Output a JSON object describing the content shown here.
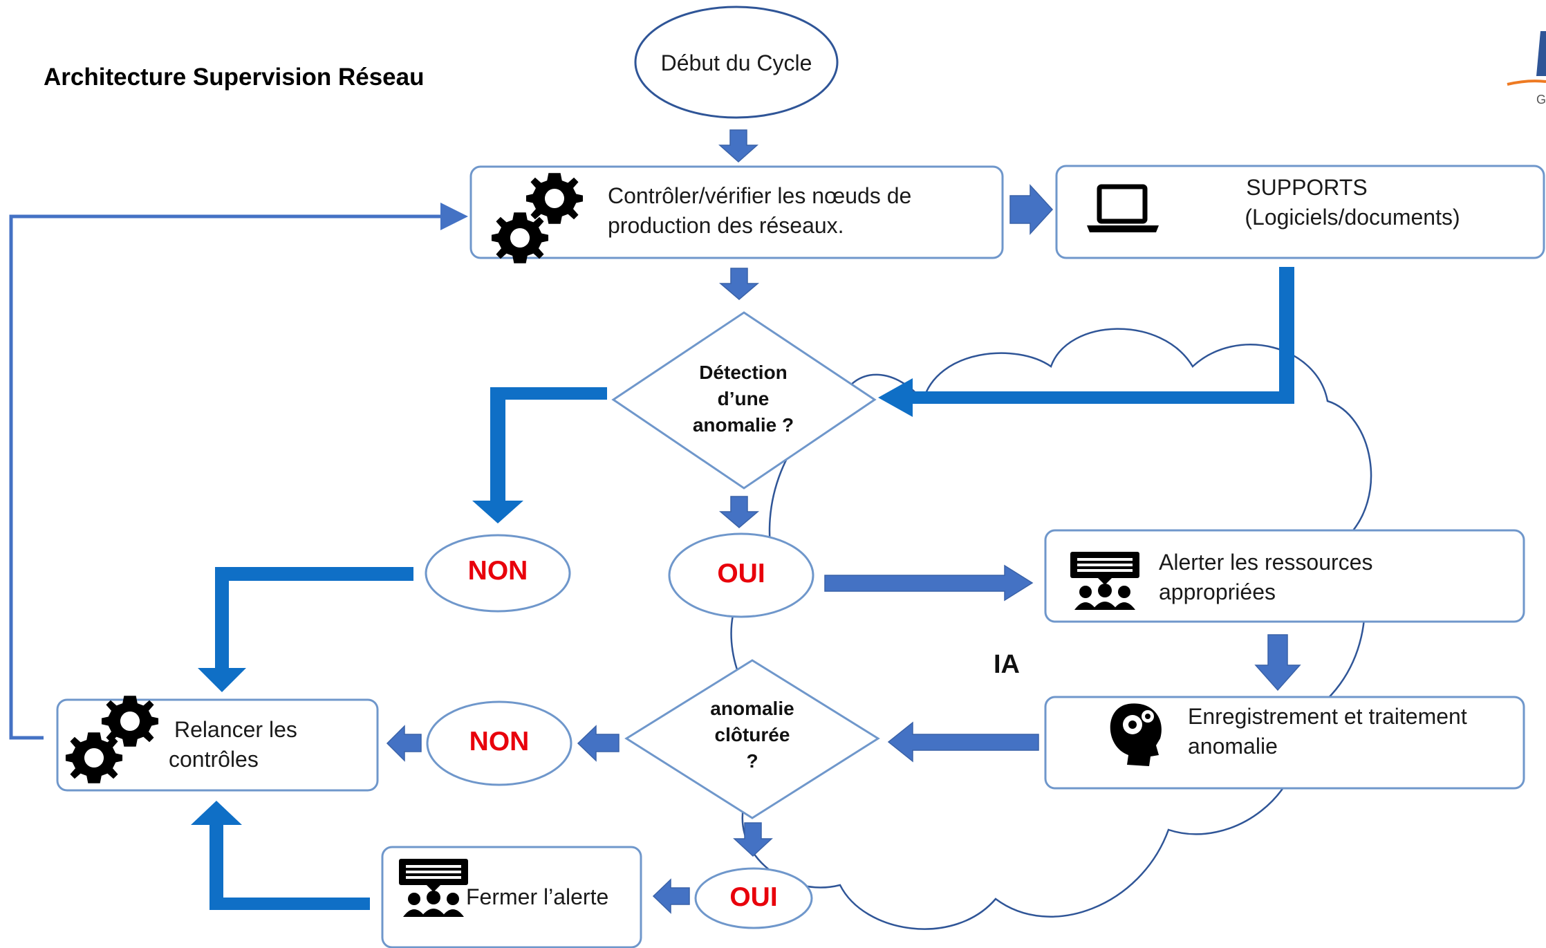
{
  "title": "Architecture Supervision Réseau",
  "start": {
    "label": "Début du Cycle"
  },
  "control": {
    "line1": "Contrôler/vérifier les nœuds de",
    "line2": "production des réseaux."
  },
  "supports": {
    "line1": "SUPPORTS",
    "line2": "(Logiciels/documents)"
  },
  "decision_detect": {
    "line1": "Détection",
    "line2": "d’une",
    "line3": "anomalie ?"
  },
  "branch_no_1": "NON",
  "branch_yes_1": "OUI",
  "alert": {
    "line1": "Alerter les ressources",
    "line2": "appropriées"
  },
  "ia_label": "IA",
  "record": {
    "line1": "Enregistrement et traitement",
    "line2": "anomalie"
  },
  "decision_closed": {
    "line1": "anomalie",
    "line2": "clôturée",
    "line3": "?"
  },
  "branch_no_2": "NON",
  "branch_yes_2": "OUI",
  "relaunch": {
    "line1": "Relancer les",
    "line2": "contrôles"
  },
  "close_alert": {
    "label": "Fermer l’alerte"
  },
  "colors": {
    "box_border": "#6f97cb",
    "arrow_fill": "#4472c4",
    "thick_arrow": "#0f6fc6",
    "cloud_stroke": "#2f5597",
    "red_text": "#e8000b",
    "logo_orange": "#ee7a22"
  },
  "icons": [
    "gears-icon",
    "laptop-icon",
    "presentation-audience-icon",
    "brain-gear-head-icon",
    "logo-mark"
  ]
}
